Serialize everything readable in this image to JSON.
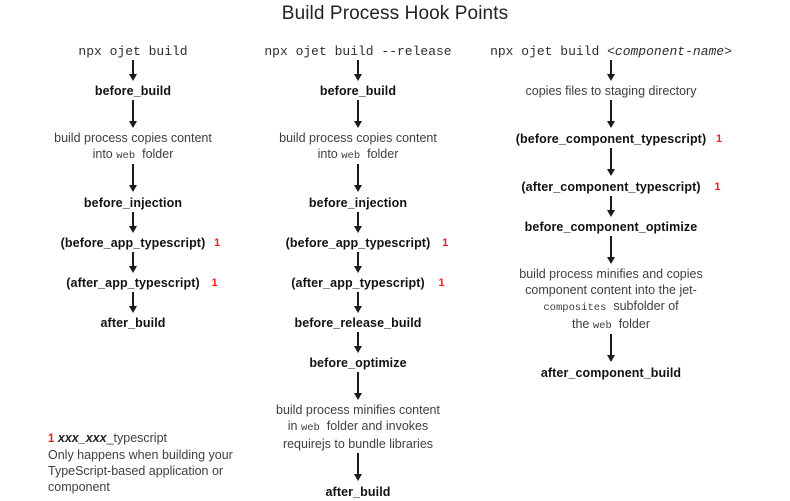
{
  "title": "Build Process Hook Points",
  "footnote_marker": "1",
  "columns": [
    {
      "id": "standard-build",
      "header_prefix": "npx ojet build",
      "header_italic": "",
      "steps": [
        {
          "kind": "hook",
          "label": "before_build",
          "note": null
        },
        {
          "kind": "desc",
          "text_before": "build process copies content\ninto ",
          "mono": "web",
          "text_after": " folder",
          "note": null
        },
        {
          "kind": "hook",
          "label": "before_injection",
          "note": null
        },
        {
          "kind": "hook",
          "label": "(before_app_typescript)",
          "note": "1"
        },
        {
          "kind": "hook",
          "label": "(after_app_typescript)",
          "note": "1"
        },
        {
          "kind": "hook",
          "label": "after_build",
          "note": null
        }
      ]
    },
    {
      "id": "release-build",
      "header_prefix": "npx ojet build --release",
      "header_italic": "",
      "steps": [
        {
          "kind": "hook",
          "label": "before_build",
          "note": null
        },
        {
          "kind": "desc",
          "text_before": "build process copies content\ninto ",
          "mono": "web",
          "text_after": " folder",
          "note": null
        },
        {
          "kind": "hook",
          "label": "before_injection",
          "note": null
        },
        {
          "kind": "hook",
          "label": "(before_app_typescript)",
          "note": "1"
        },
        {
          "kind": "hook",
          "label": "(after_app_typescript)",
          "note": "1"
        },
        {
          "kind": "hook",
          "label": "before_release_build",
          "note": null
        },
        {
          "kind": "hook",
          "label": "before_optimize",
          "note": null
        },
        {
          "kind": "desc",
          "text_before": "build process minifies content\nin ",
          "mono": "web",
          "text_after": " folder and invokes\nrequirejs to bundle libraries",
          "note": null
        },
        {
          "kind": "hook",
          "label": "after_build",
          "note": null
        }
      ]
    },
    {
      "id": "component-build",
      "header_prefix": "npx ojet build ",
      "header_italic": "<component-name>",
      "steps": [
        {
          "kind": "desc",
          "text_before": "copies files to staging directory",
          "mono": null,
          "text_after": "",
          "note": null
        },
        {
          "kind": "hook",
          "label": "(before_component_typescript)",
          "note": "1"
        },
        {
          "kind": "hook",
          "label": "(after_component_typescript)",
          "note": "1"
        },
        {
          "kind": "hook",
          "label": "before_component_optimize",
          "note": null
        },
        {
          "kind": "desc",
          "text_before": "build process minifies and copies\ncomponent content into the jet-\n",
          "mono": "composites",
          "text_after": " subfolder of\nthe ",
          "mono2": "web",
          "text_after2": " folder",
          "note": null
        },
        {
          "kind": "hook",
          "label": "after_component_build",
          "note": null
        }
      ]
    }
  ],
  "footnote": {
    "marker": "1",
    "variable": "xxx_xxx",
    "suffix": "_typescript",
    "body": "Only happens when building your TypeScript-based application or component"
  }
}
